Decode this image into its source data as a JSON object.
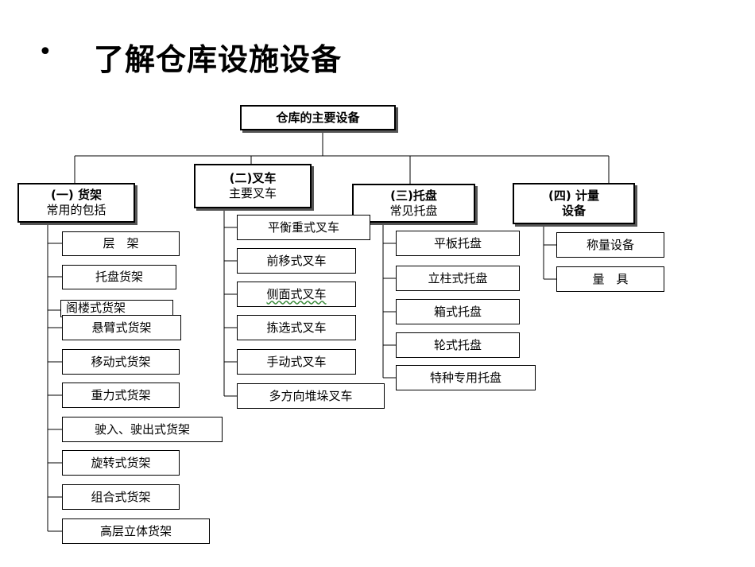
{
  "slide": {
    "bullet": "•",
    "title": "了解仓库设施设备"
  },
  "diagram": {
    "root": "仓库的主要设备",
    "categories": [
      {
        "title": "(一) 货架",
        "subtitle": "常用的包括",
        "items": [
          "层　架",
          "托盘货架",
          "阁楼式货架",
          "悬臂式货架",
          "移动式货架",
          "重力式货架",
          "驶入、驶出式货架",
          "旋转式货架",
          "组合式货架",
          "高层立体货架"
        ]
      },
      {
        "title": "(二)叉车",
        "subtitle": "主要叉车",
        "items": [
          "平衡重式叉车",
          "前移式叉车",
          "侧面式叉车",
          "拣选式叉车",
          "手动式叉车",
          "多方向堆垛叉车"
        ]
      },
      {
        "title": "(三)托盘",
        "subtitle": "常见托盘",
        "items": [
          "平板托盘",
          "立柱式托盘",
          "箱式托盘",
          "轮式托盘",
          "特种专用托盘"
        ]
      },
      {
        "title": "(四) 计量",
        "subtitle": "设备",
        "items": [
          "称量设备",
          "量　具"
        ]
      }
    ]
  }
}
